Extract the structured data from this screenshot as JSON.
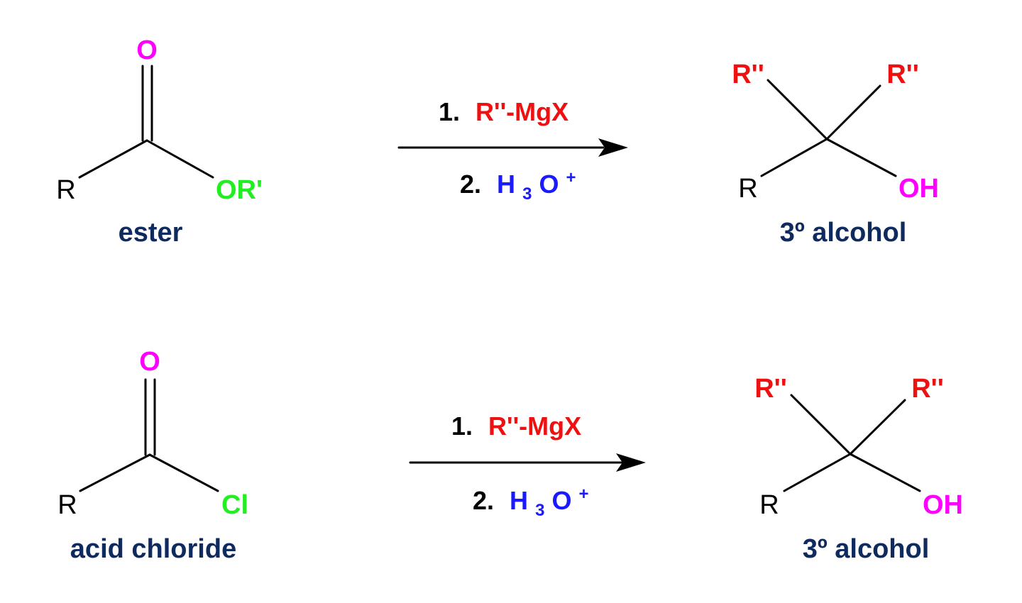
{
  "colors": {
    "oxygen": "#ff00ff",
    "leaving_group": "#22ee22",
    "grignard": "#ee1111",
    "hydronium": "#1a1aff",
    "name_label": "#0f2a5e",
    "text": "#000000"
  },
  "reactions": [
    {
      "reactant": {
        "carbonyl_o": "O",
        "r_group": "R",
        "leaving_group": "OR'",
        "name": "ester"
      },
      "conditions": {
        "step1_num": "1.",
        "step1_reagent": "R''-MgX",
        "step2_num": "2.",
        "h": "H",
        "sub3": "3",
        "o": "O",
        "plus": "+"
      },
      "product": {
        "r2_left": "R''",
        "r2_right": "R''",
        "r_group": "R",
        "oh": "OH",
        "name": "3º alcohol"
      }
    },
    {
      "reactant": {
        "carbonyl_o": "O",
        "r_group": "R",
        "leaving_group": "Cl",
        "name": "acid chloride"
      },
      "conditions": {
        "step1_num": "1.",
        "step1_reagent": "R''-MgX",
        "step2_num": "2.",
        "h": "H",
        "sub3": "3",
        "o": "O",
        "plus": "+"
      },
      "product": {
        "r2_left": "R''",
        "r2_right": "R''",
        "r_group": "R",
        "oh": "OH",
        "name": "3º alcohol"
      }
    }
  ]
}
